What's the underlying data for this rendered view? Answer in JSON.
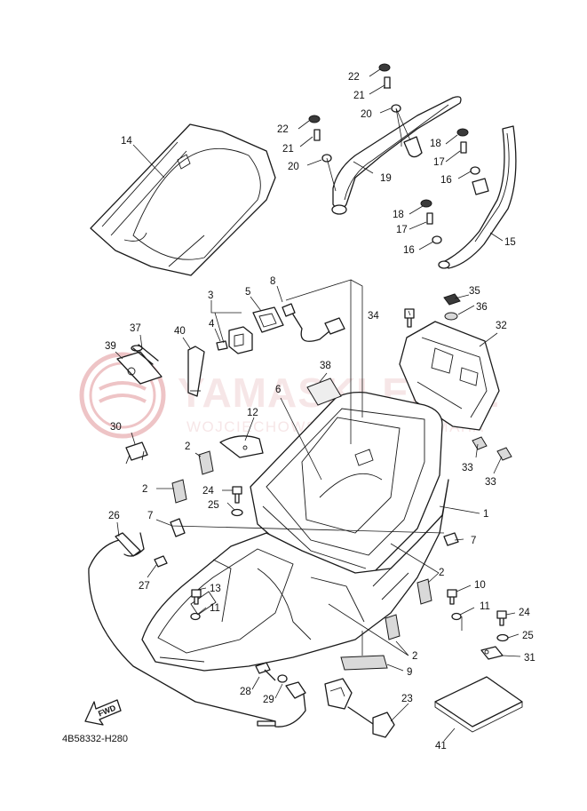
{
  "diagram": {
    "code": "4B58332-H280",
    "fwd_label": "FWD",
    "watermark": {
      "brand": "YAMASKLEP.PL",
      "subtitle": "WOJCIECHOWSKI DEALER YAMAHA",
      "color": "#e8b8bb"
    },
    "callouts": [
      {
        "id": "c22a",
        "text": "22"
      },
      {
        "id": "c21a",
        "text": "21"
      },
      {
        "id": "c20a",
        "text": "20"
      },
      {
        "id": "c22b",
        "text": "22"
      },
      {
        "id": "c21b",
        "text": "21"
      },
      {
        "id": "c20b",
        "text": "20"
      },
      {
        "id": "c19",
        "text": "19"
      },
      {
        "id": "c18a",
        "text": "18"
      },
      {
        "id": "c17a",
        "text": "17"
      },
      {
        "id": "c16a",
        "text": "16"
      },
      {
        "id": "c18b",
        "text": "18"
      },
      {
        "id": "c17b",
        "text": "17"
      },
      {
        "id": "c16b",
        "text": "16"
      },
      {
        "id": "c15",
        "text": "15"
      },
      {
        "id": "c14",
        "text": "14"
      },
      {
        "id": "c3",
        "text": "3"
      },
      {
        "id": "c4",
        "text": "4"
      },
      {
        "id": "c5",
        "text": "5"
      },
      {
        "id": "c8",
        "text": "8"
      },
      {
        "id": "c35",
        "text": "35"
      },
      {
        "id": "c34",
        "text": "34"
      },
      {
        "id": "c36",
        "text": "36"
      },
      {
        "id": "c32",
        "text": "32"
      },
      {
        "id": "c37",
        "text": "37"
      },
      {
        "id": "c40",
        "text": "40"
      },
      {
        "id": "c39",
        "text": "39"
      },
      {
        "id": "c38",
        "text": "38"
      },
      {
        "id": "c12",
        "text": "12"
      },
      {
        "id": "c6",
        "text": "6"
      },
      {
        "id": "c30",
        "text": "30"
      },
      {
        "id": "c2a",
        "text": "2"
      },
      {
        "id": "c33a",
        "text": "33"
      },
      {
        "id": "c33b",
        "text": "33"
      },
      {
        "id": "c2b",
        "text": "2"
      },
      {
        "id": "c24a",
        "text": "24"
      },
      {
        "id": "c25a",
        "text": "25"
      },
      {
        "id": "c1",
        "text": "1"
      },
      {
        "id": "c26",
        "text": "26"
      },
      {
        "id": "c7a",
        "text": "7"
      },
      {
        "id": "c7b",
        "text": "7"
      },
      {
        "id": "c27",
        "text": "27"
      },
      {
        "id": "c2c",
        "text": "2"
      },
      {
        "id": "c13",
        "text": "13"
      },
      {
        "id": "c10",
        "text": "10"
      },
      {
        "id": "c11a",
        "text": "11"
      },
      {
        "id": "c11b",
        "text": "11"
      },
      {
        "id": "c24b",
        "text": "24"
      },
      {
        "id": "c25b",
        "text": "25"
      },
      {
        "id": "c2d",
        "text": "2"
      },
      {
        "id": "c31",
        "text": "31"
      },
      {
        "id": "c9",
        "text": "9"
      },
      {
        "id": "c28",
        "text": "28"
      },
      {
        "id": "c29",
        "text": "29"
      },
      {
        "id": "c23",
        "text": "23"
      },
      {
        "id": "c41",
        "text": "41"
      }
    ]
  }
}
